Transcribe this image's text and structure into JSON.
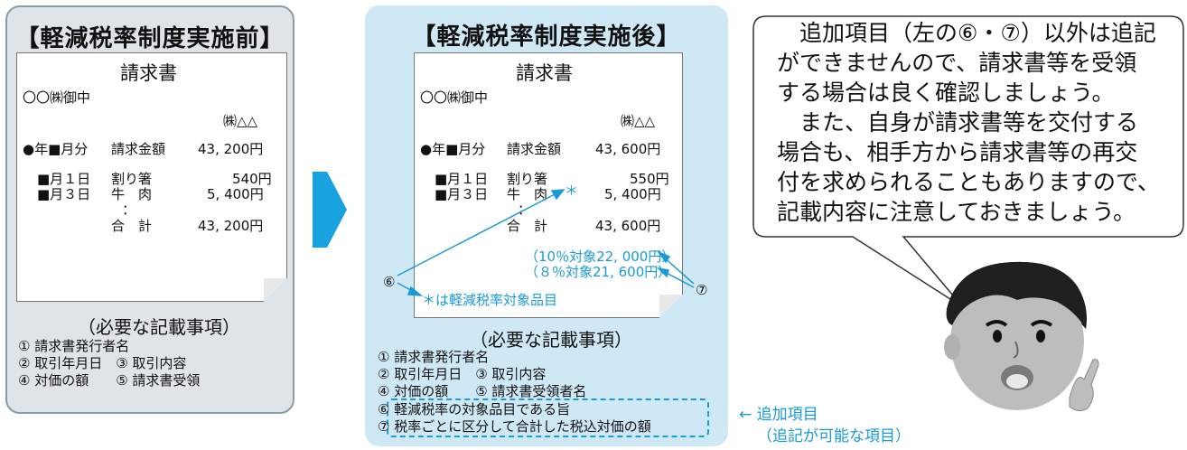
{
  "before": {
    "title": "【軽減税率制度実施前】",
    "invoice": {
      "title": "請求書",
      "to": "〇〇㈱御中",
      "issuer": "㈱△△",
      "period": "●年■月分",
      "amount_label": "請求金額",
      "amount": "43, 200円",
      "rows": [
        {
          "date": "■月１日",
          "item": "割り箸",
          "price": "540円"
        },
        {
          "date": "■月３日",
          "item": "牛　肉",
          "price": "5, 400円"
        }
      ],
      "dots": "：",
      "total_label": "合　計",
      "total": "43, 200円"
    },
    "required_title": "（必要な記載事項）",
    "required_lines": [
      "① 請求書発行者名",
      "② 取引年月日　③ 取引内容",
      "④ 対価の額　　⑤ 請求書受領"
    ]
  },
  "after": {
    "title": "【軽減税率制度実施後】",
    "invoice": {
      "title": "請求書",
      "to": "〇〇㈱御中",
      "issuer": "㈱△△",
      "period": "●年■月分",
      "amount_label": "請求金額",
      "amount": "43, 600円",
      "rows": [
        {
          "date": "■月１日",
          "item": "割り箸",
          "price": "550円"
        },
        {
          "date": "■月３日",
          "item": "牛　肉",
          "mark": "＊",
          "price": "5, 400円"
        }
      ],
      "dots": "：",
      "total_label": "合　計",
      "total": "43, 600円",
      "tax10": "（10％対象22, 000円）",
      "tax8": "（８％対象21, 600円）",
      "reduced_note": "＊は軽減税率対象品目"
    },
    "callout6": "⑥",
    "callout7": "⑦",
    "required_title": "（必要な記載事項）",
    "required_lines": [
      "① 請求書発行者名",
      "② 取引年月日　③ 取引内容",
      "④ 対価の額　　⑤ 請求書受領者名"
    ],
    "added_lines": [
      "⑥ 軽減税率の対象品目である旨",
      "⑦ 税率ごとに区分して合計した税込対価の額"
    ]
  },
  "added_label": {
    "line1": "← 追加項目",
    "line2": "（追記が可能な項目）"
  },
  "bubble": {
    "lines": [
      "　追加項目（左の⑥・⑦）以外は追記",
      "ができませんので、請求書等を受領",
      "する場合は良く確認しましょう。",
      "　また、自身が請求書等を交付する",
      "場合も、相手方から請求書等の再交",
      "付を求められることもありますので、",
      "記載内容に注意しておきましょう。"
    ]
  },
  "colors": {
    "accent": "#1a9ad6",
    "before_panel": "#dfe4e8",
    "after_panel": "#cfe8f6"
  }
}
